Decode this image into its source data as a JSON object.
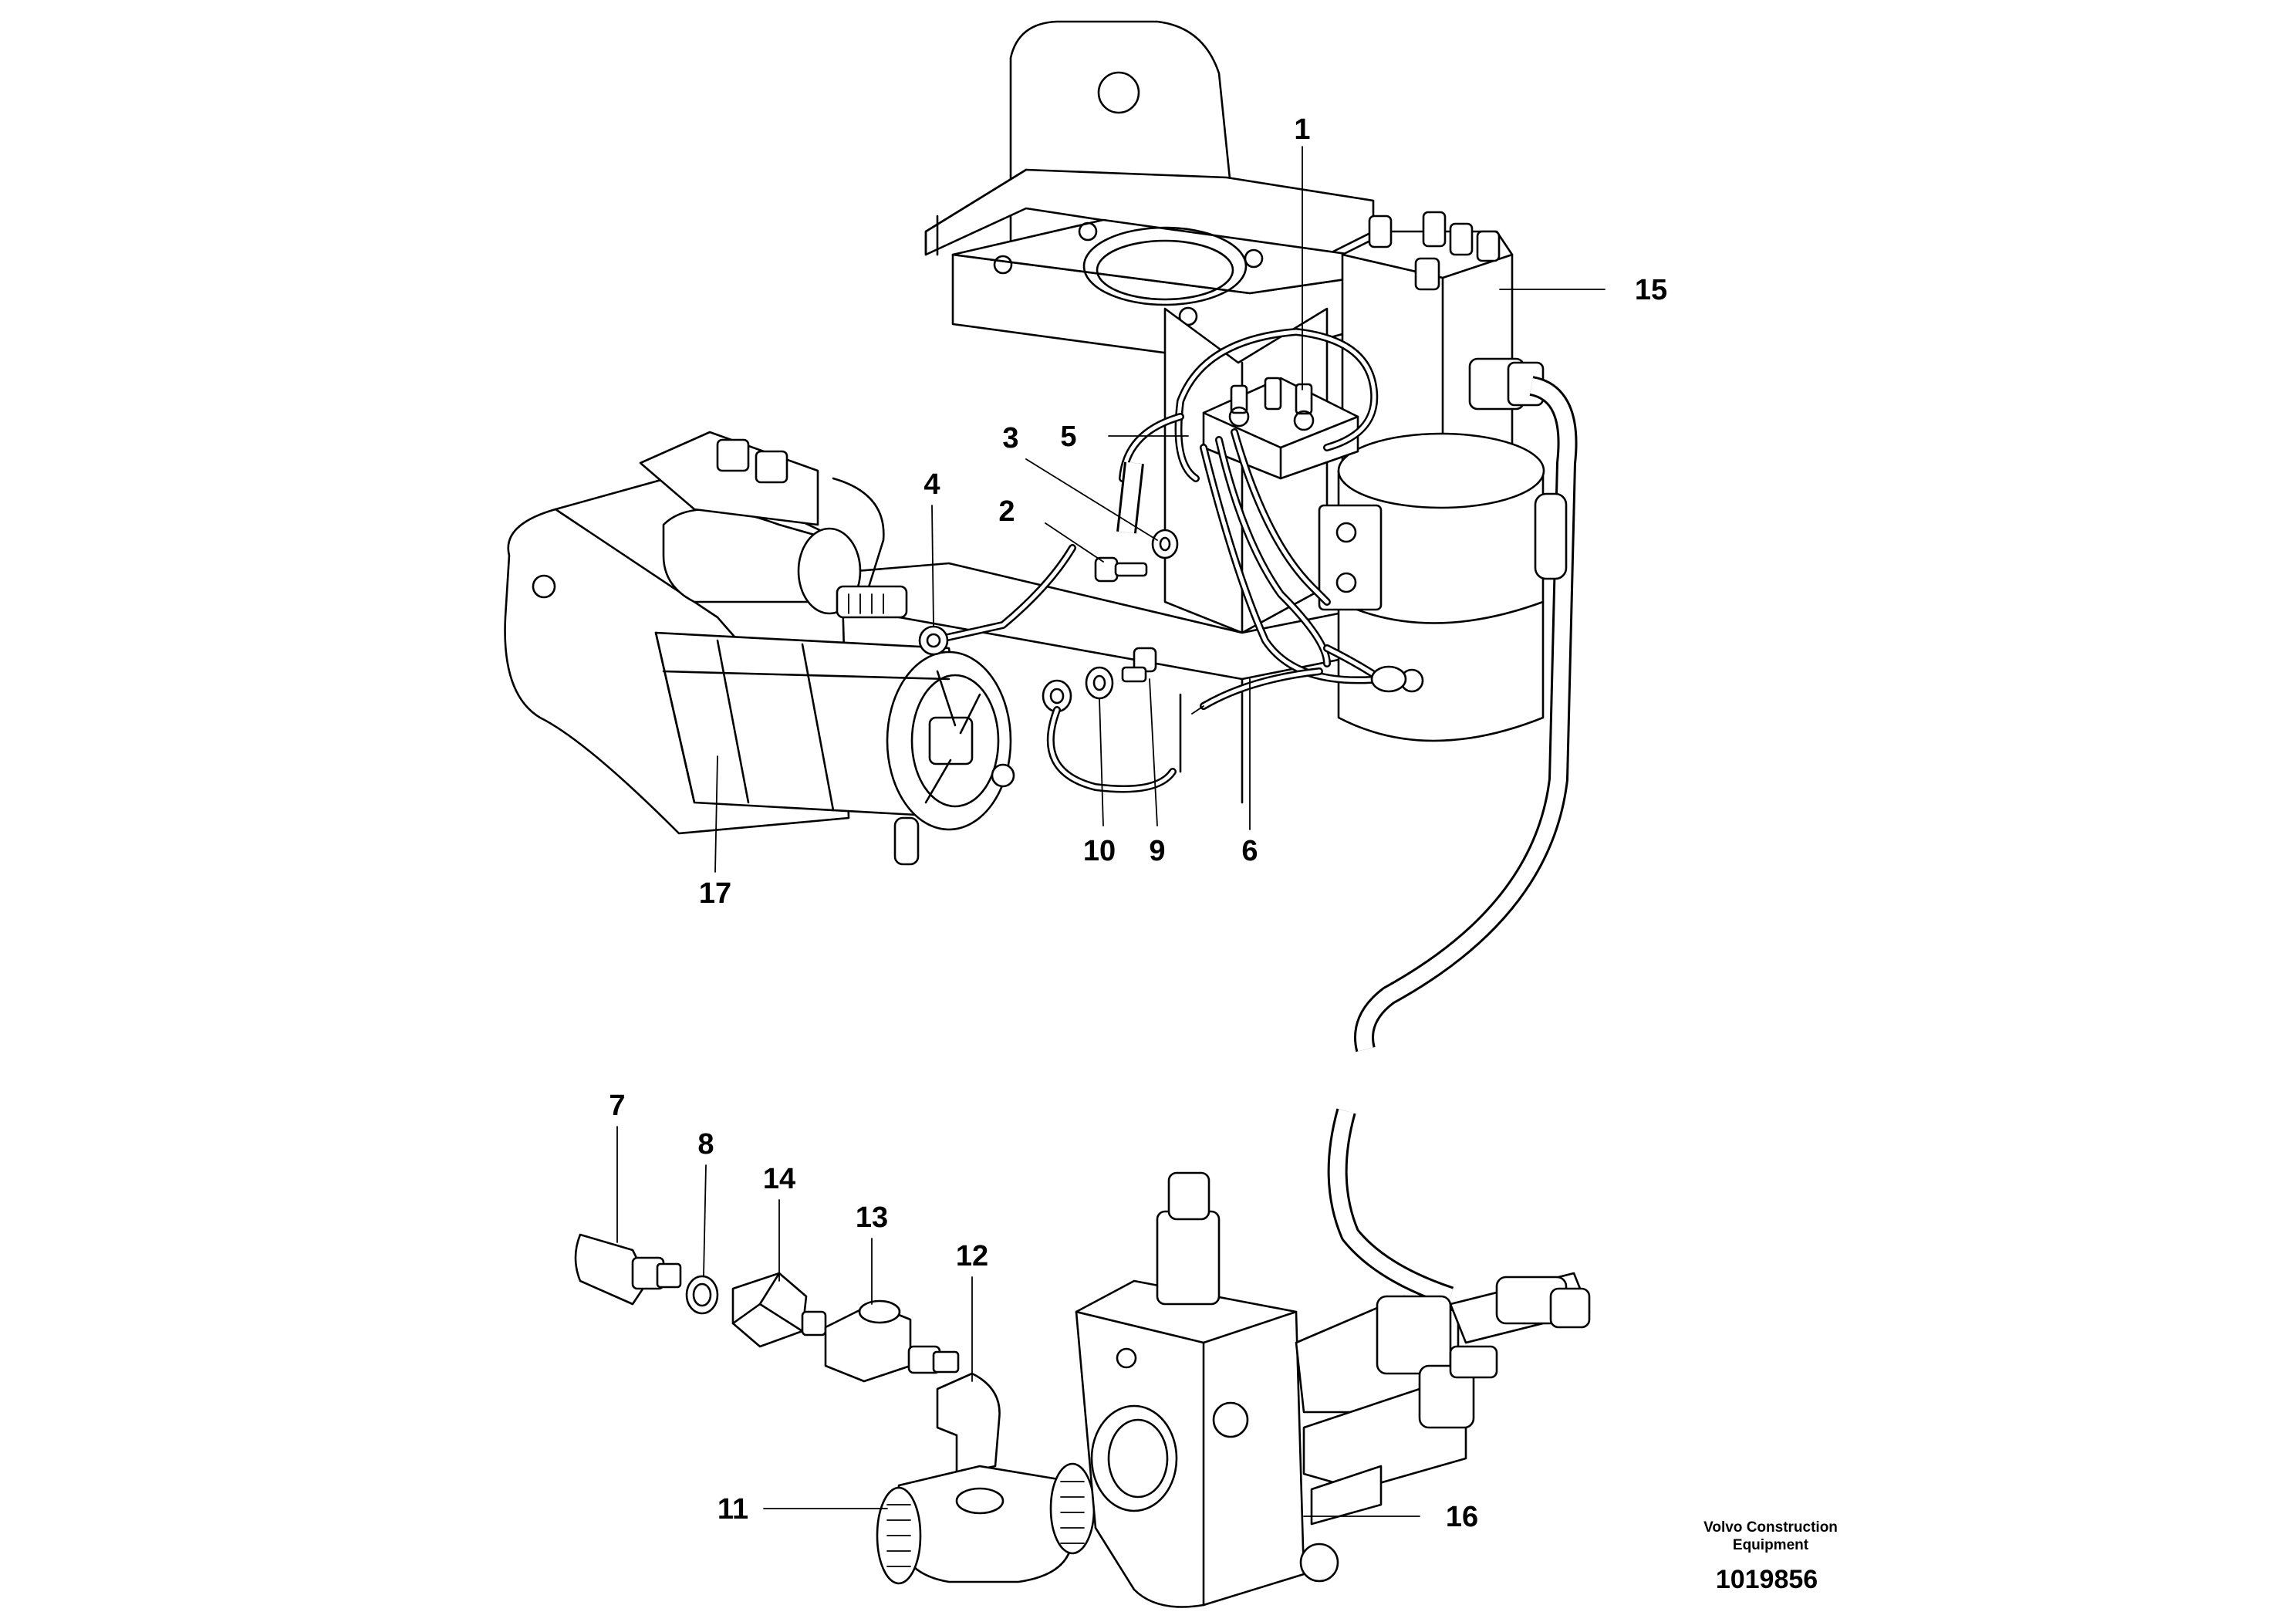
{
  "callouts": [
    "1",
    "2",
    "3",
    "4",
    "5",
    "6",
    "7",
    "8",
    "9",
    "10",
    "11",
    "12",
    "13",
    "14",
    "15",
    "16",
    "17"
  ],
  "brand": {
    "line1": "Volvo Construction",
    "line2": "Equipment",
    "code": "1019856"
  }
}
